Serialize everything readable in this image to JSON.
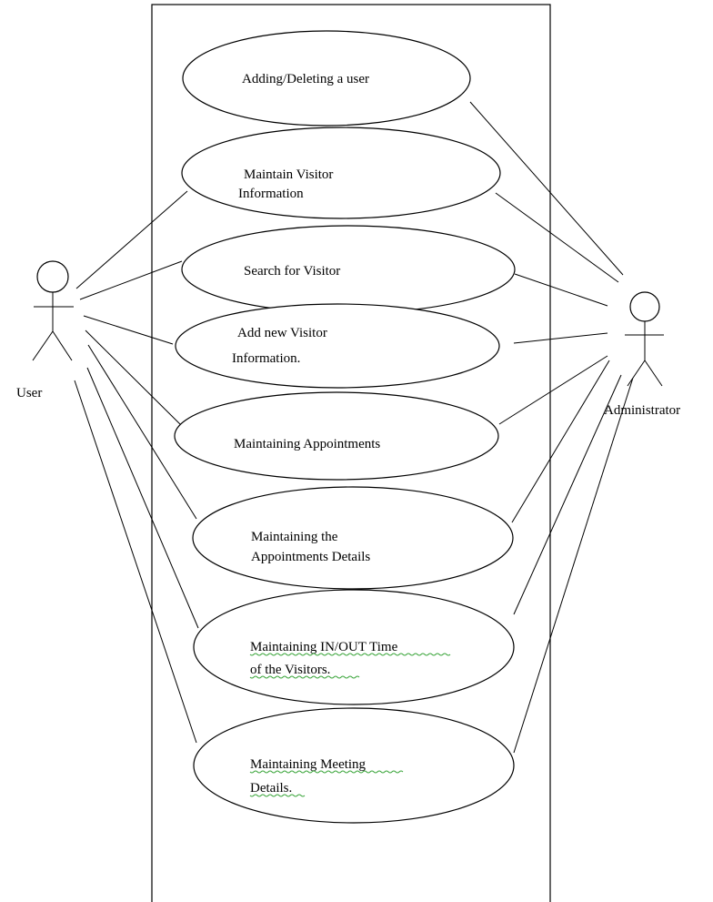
{
  "actors": {
    "user": {
      "label": "User"
    },
    "admin": {
      "label": "Administrator"
    }
  },
  "use_cases": [
    {
      "id": "uc1",
      "lines": [
        "Adding/Deleting a user"
      ]
    },
    {
      "id": "uc2",
      "lines": [
        "Maintain Visitor",
        "Information"
      ]
    },
    {
      "id": "uc3",
      "lines": [
        "Search for Visitor"
      ]
    },
    {
      "id": "uc4",
      "lines": [
        "Add new Visitor",
        "Information."
      ]
    },
    {
      "id": "uc5",
      "lines": [
        "Maintaining Appointments"
      ]
    },
    {
      "id": "uc6",
      "lines": [
        "Maintaining the",
        "Appointments Details"
      ]
    },
    {
      "id": "uc7",
      "lines": [
        "Maintaining IN/OUT Time",
        "of the Visitors."
      ]
    },
    {
      "id": "uc8",
      "lines": [
        "Maintaining Meeting",
        "Details."
      ]
    }
  ],
  "associations": {
    "user": [
      "uc2",
      "uc3",
      "uc4",
      "uc5",
      "uc6",
      "uc7",
      "uc8"
    ],
    "admin": [
      "uc1",
      "uc2",
      "uc3",
      "uc4",
      "uc5",
      "uc6",
      "uc7",
      "uc8"
    ]
  },
  "colors": {
    "stroke": "#000000",
    "spellcheck_underline": "#3aa53a"
  }
}
